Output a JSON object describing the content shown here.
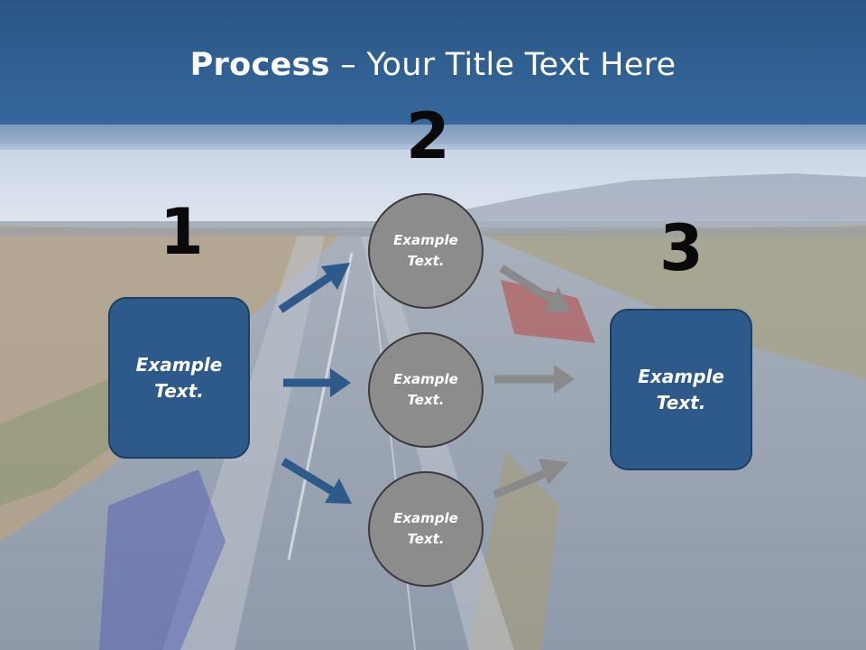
{
  "title": {
    "bold": "Process",
    "rest": " – Your Title Text Here"
  },
  "steps": [
    {
      "number": "1",
      "text": "Example Text."
    },
    {
      "number": "2",
      "text": "Example Text."
    },
    {
      "number": "3",
      "text": "Example Text."
    }
  ],
  "circles": [
    {
      "text": "Example Text."
    },
    {
      "text": "Example Text."
    },
    {
      "text": "Example Text."
    }
  ],
  "colors": {
    "header": "#2b5685",
    "box": "#2d5a8a",
    "circle": "#8c8c8c",
    "arrow_blue": "#2d5a8a",
    "arrow_gray": "#8a8a8a"
  }
}
